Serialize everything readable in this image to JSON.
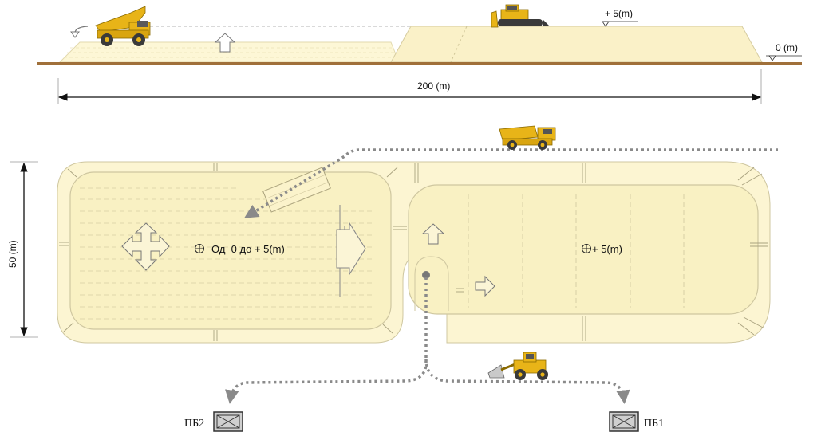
{
  "profile": {
    "width_label": "200 (m)",
    "upper_level_label": "+ 5(m)",
    "ground_level_label": "0 (m)"
  },
  "plan": {
    "height_label": "50 (m)",
    "left_zone_label": "Од  0 до + 5(m)",
    "right_zone_label": "+ 5(m)",
    "stockpile_left_label": "ПБ2",
    "stockpile_right_label": "ПБ1"
  },
  "colors": {
    "fill_light": "#fdf7d6",
    "fill_mid": "#f7efbf",
    "edge": "#cfc7a0",
    "ground": "#a0703a",
    "path": "#8a8a8a",
    "vehicle": "#e8b418",
    "vehicle_dark": "#3a3a3a"
  },
  "icons": {
    "dump_truck": "dump-truck-icon",
    "bulldozer": "bulldozer-icon",
    "wheel_loader": "wheel-loader-icon",
    "stockpile": "stockpile-box-icon"
  }
}
